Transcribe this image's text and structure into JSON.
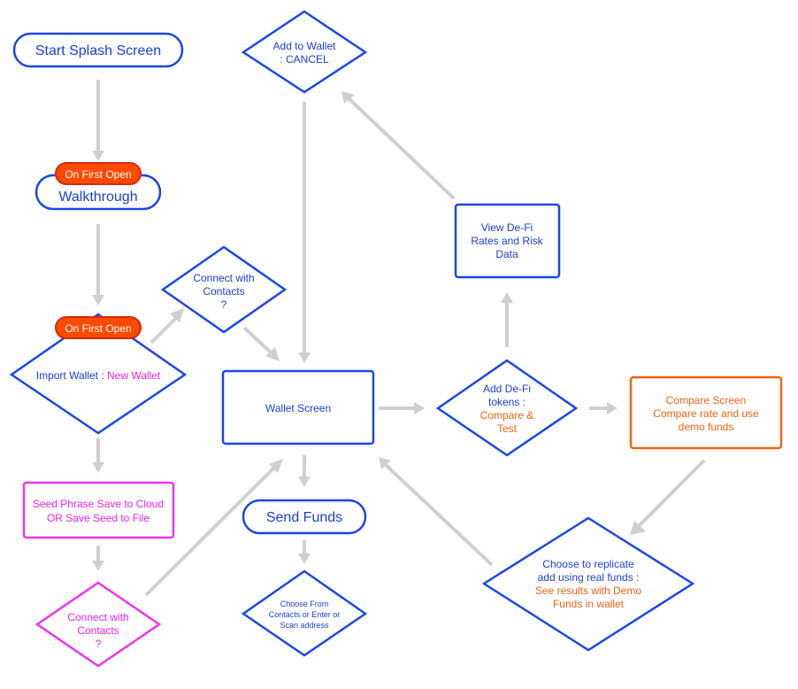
{
  "colors": {
    "blue": "#1a47e6",
    "pink": "#ee33ee",
    "orange": "#f06214",
    "badge_fill": "#ff4a00",
    "badge_border": "#d12b18",
    "arrow": "#cfcfcf"
  },
  "nodes": {
    "start_splash": "Start Splash Screen",
    "walkthrough": "Walkthrough",
    "badge_first_open_1": "On First Open",
    "badge_first_open_2": "On First Open",
    "import_wallet": "Import Wallet : ",
    "new_wallet": "New Wallet",
    "connect_contacts_top": [
      "Connect with",
      "Contacts",
      "?"
    ],
    "seed_phrase": [
      "Seed Phrase Save to Cloud",
      "OR Save Seed to File"
    ],
    "connect_contacts_bottom": [
      "Connect with",
      "Contacts",
      "?"
    ],
    "add_to_wallet": [
      "Add to Wallet",
      ": CANCEL"
    ],
    "wallet_screen": "Wallet Screen",
    "send_funds": "Send Funds",
    "choose_from": [
      "Choose From",
      "Contacts or Enter or",
      "Scan address"
    ],
    "view_defi": [
      "View De-Fi",
      "Rates and Risk",
      "Data"
    ],
    "add_defi": [
      "Add De-Fi",
      "tokens :"
    ],
    "add_defi_orange": [
      "Compare &",
      "Test"
    ],
    "compare_screen": [
      "Compare Screen",
      "Compare rate and use",
      "demo funds"
    ],
    "choose_replicate": [
      "Choose to replicate",
      "add using real funds :"
    ],
    "choose_replicate_orange": [
      "See results with Demo",
      "Funds in wallet"
    ]
  }
}
